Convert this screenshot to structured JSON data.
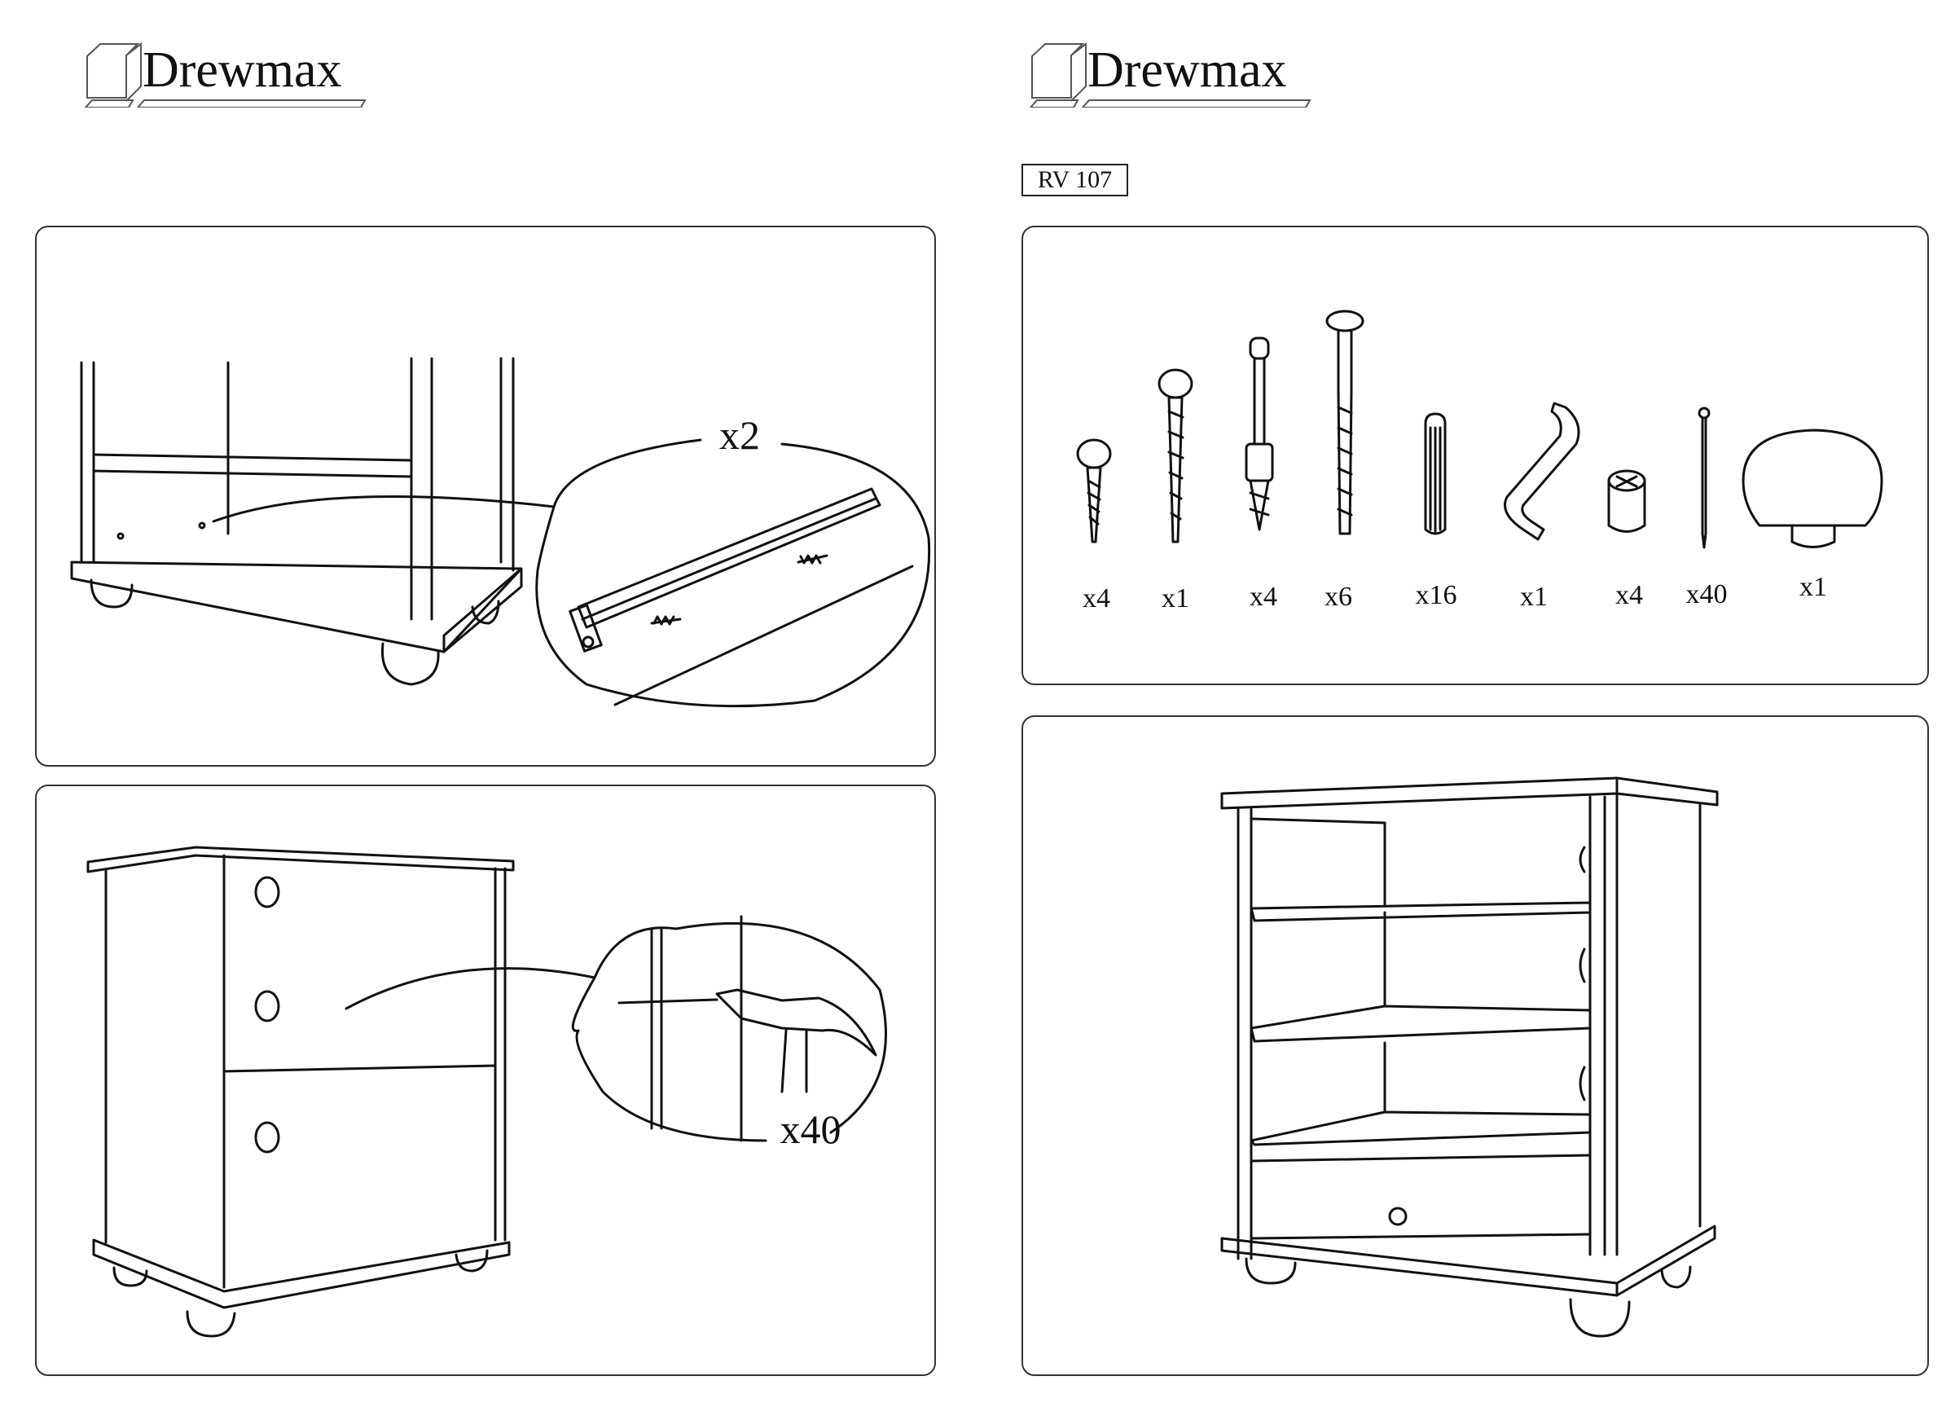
{
  "brand": {
    "left_logo": "Drewmax",
    "right_logo": "Drewmax"
  },
  "model_code": "RV 107",
  "step_drawer_runners": {
    "quantity_label": "x2"
  },
  "step_back_panel_nails": {
    "quantity_label": "x40"
  },
  "hardware_list": [
    {
      "item": "short-screw",
      "quantity": "x4"
    },
    {
      "item": "long-screw",
      "quantity": "x1"
    },
    {
      "item": "confirmat-bolt-with-sleeve",
      "quantity": "x4"
    },
    {
      "item": "long-bolt",
      "quantity": "x6"
    },
    {
      "item": "wooden-dowel",
      "quantity": "x16"
    },
    {
      "item": "allen-key",
      "quantity": "x1"
    },
    {
      "item": "cam-lock",
      "quantity": "x4"
    },
    {
      "item": "nail",
      "quantity": "x40"
    },
    {
      "item": "knob",
      "quantity": "x1"
    }
  ],
  "colors": {
    "line": "#111111",
    "panel_border": "#333333",
    "background": "#ffffff"
  }
}
